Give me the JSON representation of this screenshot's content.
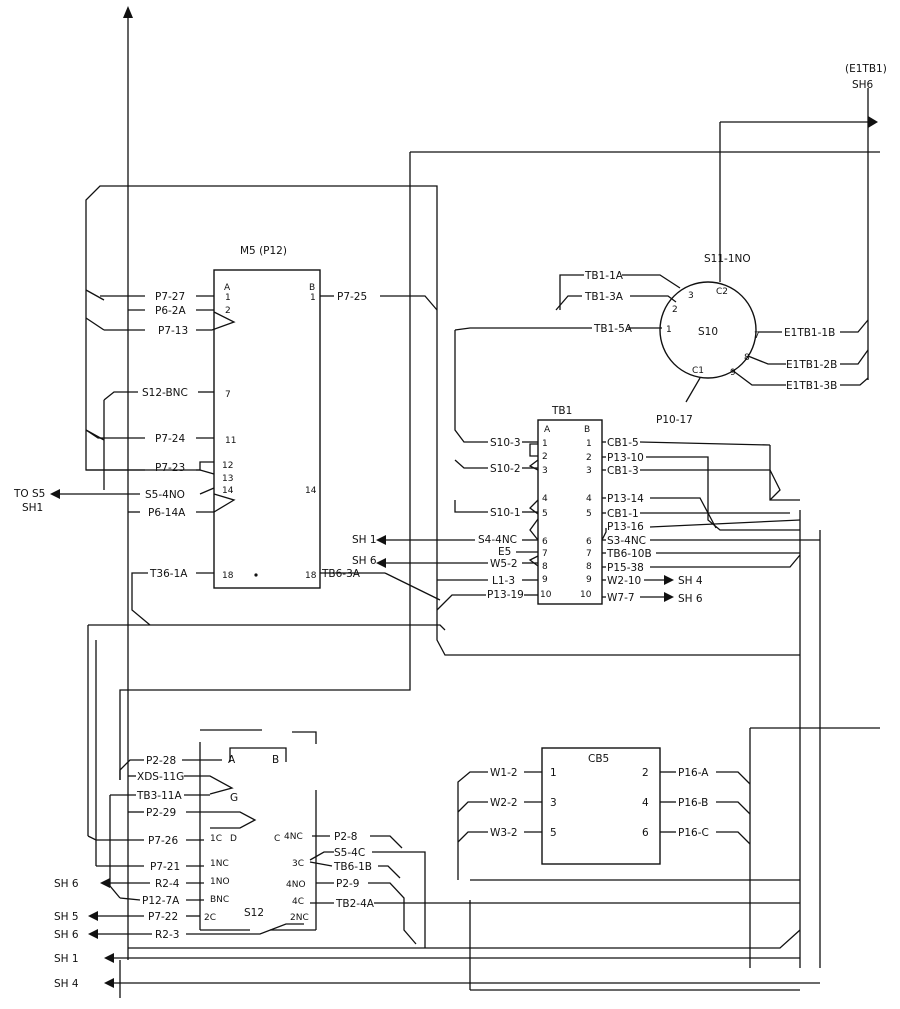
{
  "m5": {
    "title": "M5 (P12)",
    "pins_a": [
      "A",
      "1",
      "2",
      "7",
      "11",
      "12",
      "13",
      "14",
      "18"
    ],
    "pins_b": [
      "B",
      "1",
      "14",
      "18"
    ],
    "left_labels": [
      "P7-27",
      "P6-2A",
      "P7-13",
      "S12-BNC",
      "P7-24",
      "P7-23",
      "S5-4NO",
      "P6-14A",
      "T36-1A"
    ],
    "right_labels": [
      "P7-25",
      "TB6-3A"
    ]
  },
  "tb1": {
    "title": "TB1",
    "col_a": "A",
    "col_b": "B",
    "pins_a": [
      "1",
      "2",
      "3",
      "4",
      "5",
      "6",
      "7",
      "8",
      "9",
      "10"
    ],
    "pins_b": [
      "1",
      "2",
      "3",
      "4",
      "5",
      "6",
      "7",
      "8",
      "9",
      "10"
    ],
    "left_labels": [
      "S10-3",
      "S10-2",
      "S10-1",
      "S4-4NC",
      "E5",
      "W5-2",
      "L1-3",
      "P13-19"
    ],
    "right_labels": [
      "CB1-5",
      "P13-10",
      "CB1-3",
      "P13-14",
      "CB1-1",
      "P13-16",
      "S3-4NC",
      "TB6-10B",
      "P15-38",
      "W2-10",
      "W7-7"
    ]
  },
  "s10": {
    "name": "S10",
    "terminals": [
      "C2",
      "3",
      "2",
      "1",
      "7",
      "8",
      "9",
      "C1"
    ],
    "labels": [
      "S11-1NO",
      "TB1-1A",
      "TB1-3A",
      "TB1-5A",
      "E1TB1-1B",
      "E1TB1-2B",
      "E1TB1-3B",
      "P10-17"
    ],
    "ref_top": "(E1TB1)",
    "ref_sheet": "SH6"
  },
  "cb5": {
    "title": "CB5",
    "pins_left": [
      "1",
      "3",
      "5"
    ],
    "pins_right": [
      "2",
      "4",
      "6"
    ],
    "left_labels": [
      "W1-2",
      "W2-2",
      "W3-2"
    ],
    "right_labels": [
      "P16-A",
      "P16-B",
      "P16-C"
    ]
  },
  "s12": {
    "title": "S12",
    "pins": [
      "A",
      "B",
      "G",
      "1C",
      "D",
      "C",
      "4NC",
      "3C",
      "1NC",
      "1NO",
      "4NO",
      "BNC",
      "4C",
      "2C",
      "2NC"
    ],
    "left_labels": [
      "P2-28",
      "XDS-11G",
      "TB3-11A",
      "P2-29",
      "P7-26",
      "P7-21",
      "R2-4",
      "P12-7A",
      "P7-22",
      "R2-3"
    ],
    "right_labels": [
      "P2-8",
      "S5-4C",
      "TB6-1B",
      "P2-9",
      "TB2-4A"
    ]
  },
  "refs": {
    "to_s5": "TO S5",
    "to_s5_sheet": "SH1",
    "sh1": "SH1",
    "sh1_spaced": "SH 1",
    "sh4": "SH 4",
    "sh6": "SH 6",
    "sh6_compact": "SH6",
    "sh5": "SH 5"
  }
}
